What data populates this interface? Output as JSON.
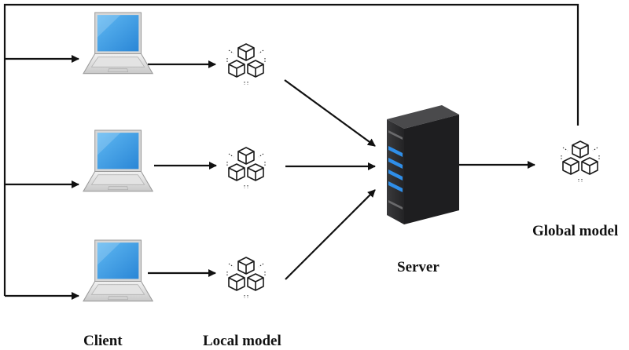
{
  "labels": {
    "client": "Client",
    "local_model": "Local model",
    "server": "Server",
    "global_model": "Global model"
  },
  "icons": {
    "client": "laptop-icon",
    "local_model": "cubes-model-icon",
    "server": "server-tower-icon",
    "global_model": "cubes-model-icon"
  },
  "colors": {
    "screen": "#3a9be3",
    "server_body": "#2b2b2d",
    "server_light": "#2f8ee8",
    "line": "#111111"
  }
}
